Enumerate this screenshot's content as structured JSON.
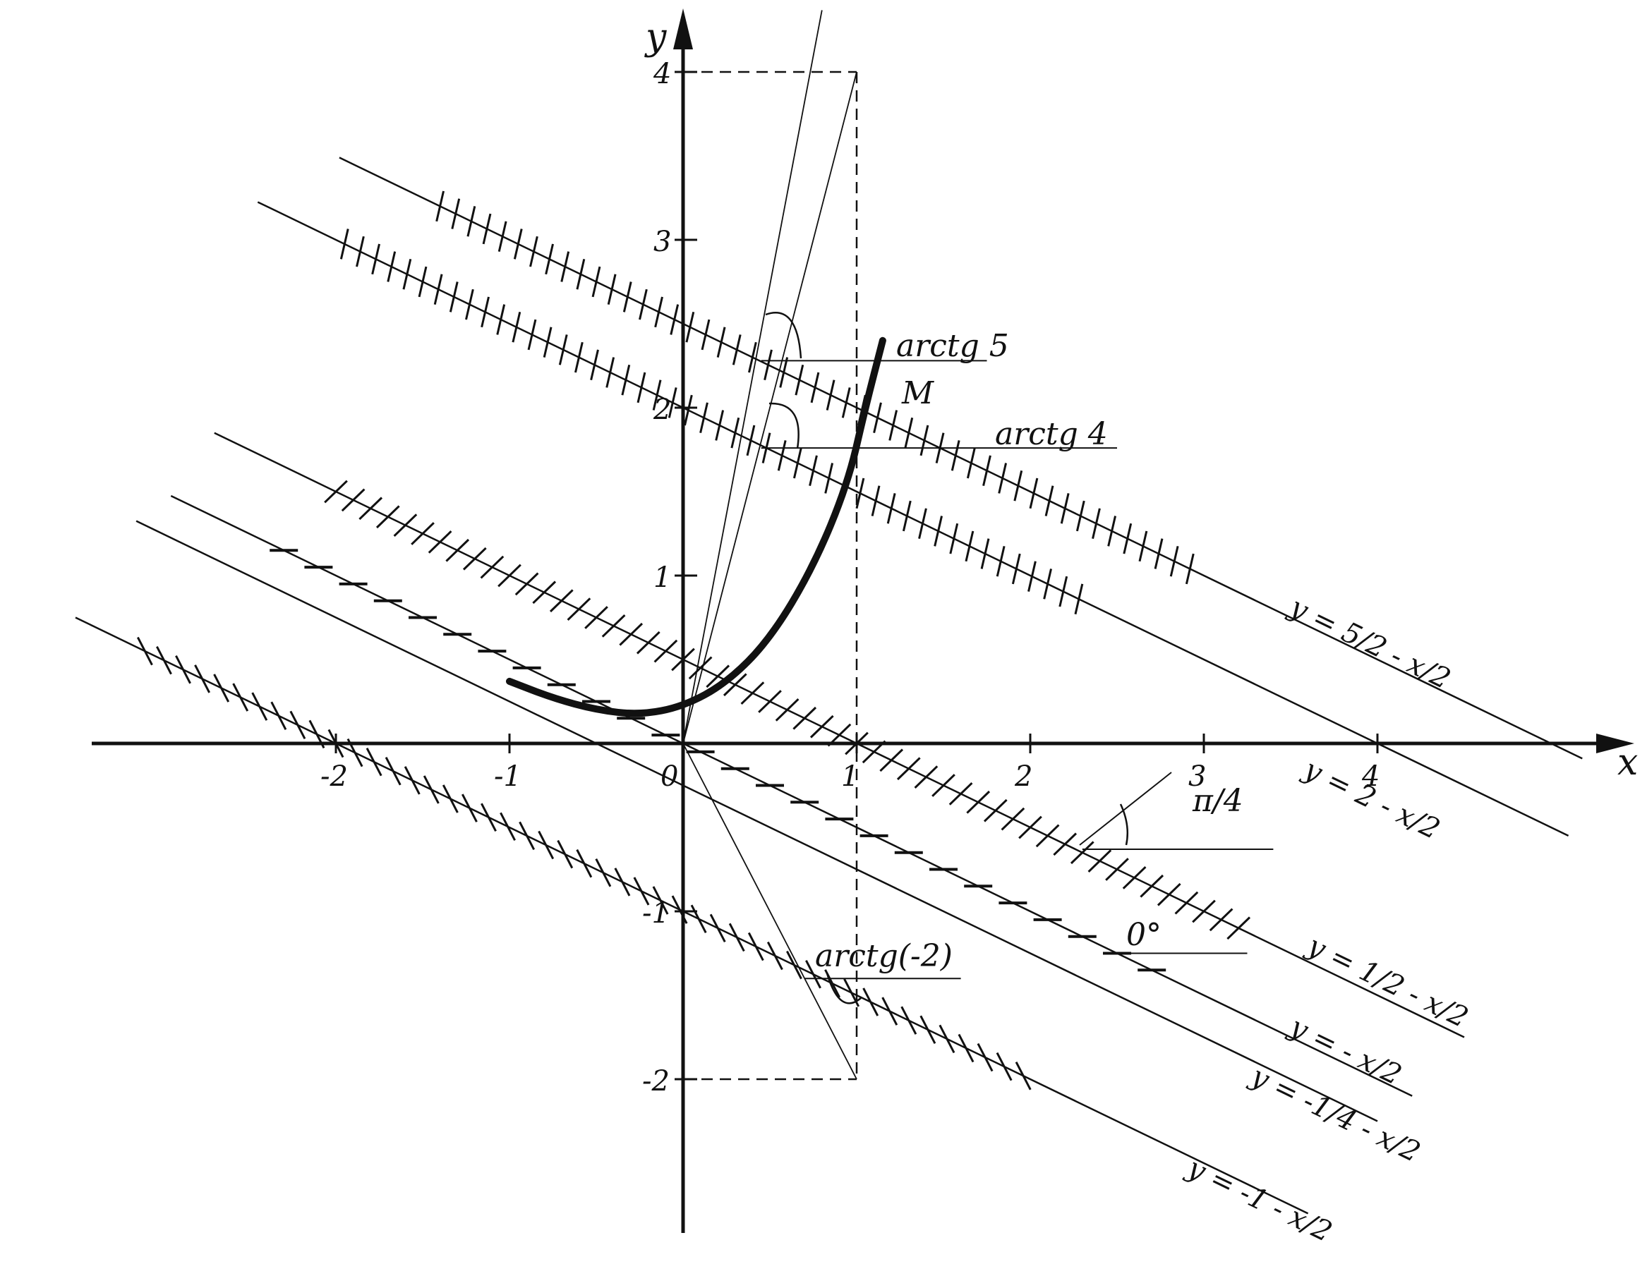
{
  "axes": {
    "x_name": "x",
    "y_name": "y",
    "x_ticks": [
      "-2",
      "-1",
      "0",
      "1",
      "2",
      "3",
      "4"
    ],
    "y_ticks": [
      "4",
      "3",
      "2",
      "1",
      "-1",
      "-2"
    ]
  },
  "isoclines": [
    {
      "c": 2.5,
      "label_y": "y =",
      "label_frac": "5/2",
      "label_tail": "- x/2",
      "hatch": "steep"
    },
    {
      "c": 2,
      "label_y": "y =",
      "label_frac": "2",
      "label_tail": "- x/2",
      "hatch": "steep"
    },
    {
      "c": 0.5,
      "label_y": "y =",
      "label_frac": "1/2",
      "label_tail": "- x/2",
      "hatch": "diag45"
    },
    {
      "c": 0,
      "label_y": "y =",
      "label_frac": "",
      "label_tail": "- x/2",
      "hatch": "flat"
    },
    {
      "c": -0.25,
      "label_y": "y =",
      "label_frac": "-1/4",
      "label_tail": "- x/2",
      "hatch": "none"
    },
    {
      "c": -1,
      "label_y": "y =",
      "label_frac": "-1",
      "label_tail": "- x/2",
      "hatch": "negative"
    }
  ],
  "annotations": {
    "arctg5": "arctg 5",
    "arctg4": "arctg 4",
    "pi4": "π/4",
    "zero": "0°",
    "arctg_neg2": "arctg(-2)",
    "point_m": "M"
  },
  "curve": {
    "description": "integral curve through origin",
    "points": [
      [
        -1.0,
        0.37
      ],
      [
        -0.75,
        0.27
      ],
      [
        -0.5,
        0.2
      ],
      [
        -0.25,
        0.17
      ],
      [
        0.0,
        0.22
      ],
      [
        0.25,
        0.36
      ],
      [
        0.5,
        0.62
      ],
      [
        0.75,
        1.05
      ],
      [
        0.95,
        1.55
      ],
      [
        1.05,
        2.0
      ],
      [
        1.15,
        2.4
      ]
    ]
  }
}
